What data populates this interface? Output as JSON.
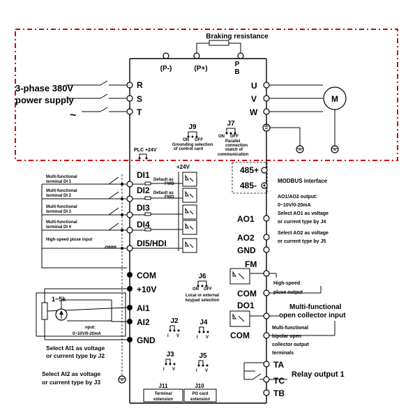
{
  "title": "Braking resistance",
  "power": {
    "line1": "3-phase 380V",
    "line2": "power supply",
    "tilde": "~"
  },
  "top_terminals": {
    "pminus": "(P-)",
    "pplus": "(P+)",
    "p": "P",
    "b": "B"
  },
  "input_terminals": [
    "R",
    "S",
    "T"
  ],
  "output_terminals": [
    "U",
    "V",
    "W"
  ],
  "motor": "M",
  "j9": {
    "name": "J9",
    "on": "ON",
    "off": "OFF",
    "desc1": "Grounding selection",
    "desc2": "of control card"
  },
  "j7": {
    "name": "J7",
    "on": "ON",
    "off": "OFF",
    "desc1": "Parallel",
    "desc2": "connection",
    "desc3": "match of",
    "desc4": "communication"
  },
  "plc": "PLC +24V",
  "plus24": "+24V",
  "di_terminals": [
    "DI1",
    "DI2",
    "DI3",
    "DI4",
    "DI5/HDI"
  ],
  "di_labels": [
    {
      "l1": "Multi-functional",
      "l2": "terminal DI 1"
    },
    {
      "l1": "Multi-functional",
      "l2": "terminal DI 2"
    },
    {
      "l1": "Multi-functional",
      "l2": "terminal DI 3"
    },
    {
      "l1": "Multi-functional",
      "l2": "terminal DI 4"
    },
    {
      "l1": "High-speed pluse input",
      "l2": ""
    }
  ],
  "default_fwd": {
    "l1": "Default as",
    "l2": "FWD"
  },
  "modbus": {
    "t1": "485+",
    "t2": "485-",
    "label": "MODBUS interface"
  },
  "ao": {
    "ao1": "AO1",
    "ao2": "AO2",
    "gnd": "GND",
    "fm": "FM",
    "d1": "AO1/AO2 output:",
    "d2": "0~10V/0-20mA",
    "d3": "Select AO1 as voltage",
    "d4": "or current type by J4",
    "d5": "Select AO2 as voltage",
    "d6": "or current type by J5"
  },
  "highspeed": {
    "l1": "High-speed",
    "l2": "pluse output"
  },
  "com": "COM",
  "do1": "DO1",
  "multi_oc": {
    "l1": "Multi-functional",
    "l2": "open collector input"
  },
  "bipolar": {
    "l1": "Multi-functional",
    "l2": "bipolar      open",
    "l3": "collector output",
    "l4": "terminals"
  },
  "left_bottom": {
    "com": "COM",
    "p10v": "+10V",
    "ai1": "AI1",
    "ai2": "AI2",
    "gnd": "GND"
  },
  "pot": "1~5k",
  "input_note": {
    "l1": "nput:",
    "l2": "0~10V/0-20mA"
  },
  "j6": {
    "name": "J6",
    "on": "ON",
    "off": "OFF",
    "desc1": "Local or external",
    "desc2": "keypad selection"
  },
  "jumpers": {
    "j2": "J2",
    "j3": "J3",
    "j4": "J4",
    "j5": "J5",
    "i": "I",
    "v": "V"
  },
  "select_ai1": {
    "l1": "Select AI1 as voltage",
    "l2": "or current type by J2"
  },
  "select_ai2": {
    "l1": "Select AI2 as voltage",
    "l2": "or current type by J3"
  },
  "relay": {
    "ta": "TA",
    "tc": "TC",
    "tb": "TB",
    "label": "Relay output 1"
  },
  "j11": {
    "name": "J11",
    "l1": "Terminal",
    "l2": "extension"
  },
  "j10": {
    "name": "J10",
    "l1": "PG card",
    "l2": "extension"
  },
  "colors": {
    "dash_border": "#cc0000",
    "line": "#000000"
  }
}
